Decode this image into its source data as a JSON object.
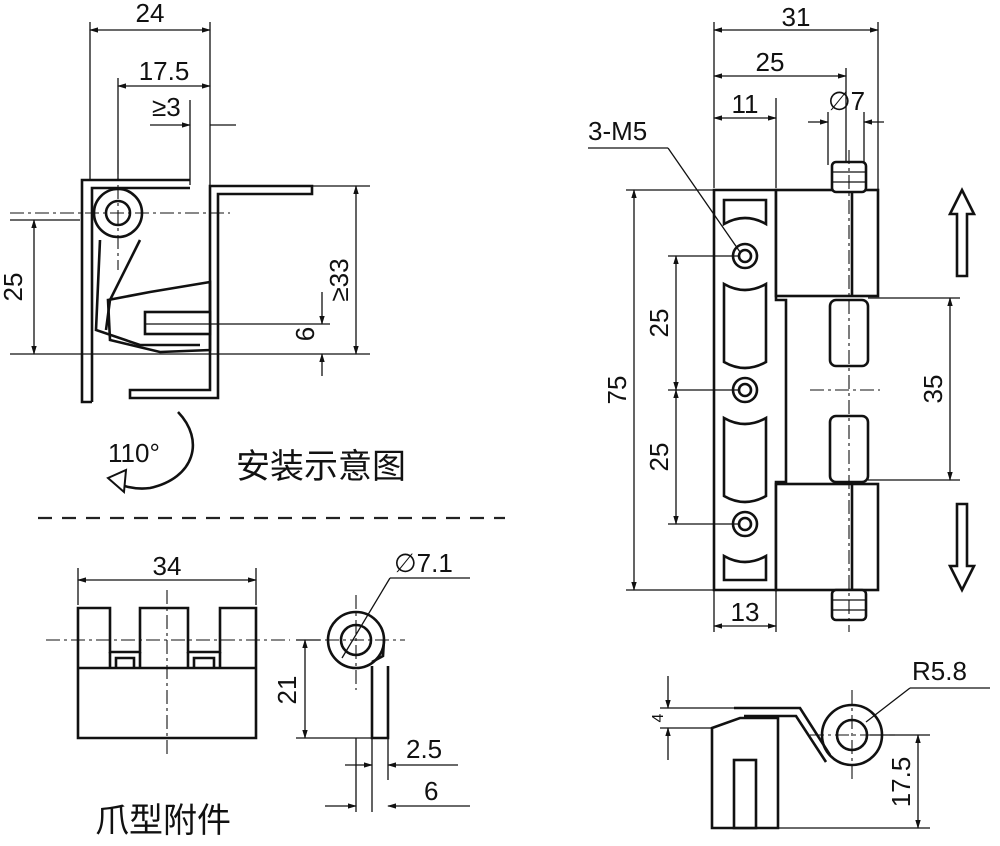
{
  "captions": {
    "installation": "安装示意图",
    "claw_attachment": "爪型附件"
  },
  "install_view": {
    "dim_width": "24",
    "dim_inner": "17.5",
    "dim_gap": "≥3",
    "dim_height": "25",
    "dim_thickness": "≥33",
    "dim_slot": "6",
    "rotation": "110°"
  },
  "hinge_view": {
    "dim_total": "31",
    "dim_axis": "25",
    "dim_leaf": "11",
    "dim_pin": "∅7",
    "thread": "3-M5",
    "dim_pitch_1": "25",
    "dim_pitch_2": "25",
    "dim_length": "75",
    "dim_pin_span": "35",
    "dim_base": "13"
  },
  "claw_front": {
    "dim_width": "34"
  },
  "claw_side": {
    "dim_bore": "∅7.1",
    "dim_height": "21",
    "dim_thick": "2.5",
    "dim_width": "6"
  },
  "bottom_view": {
    "dim_radius": "R5.8",
    "dim_gap": "4",
    "dim_height": "17.5"
  }
}
